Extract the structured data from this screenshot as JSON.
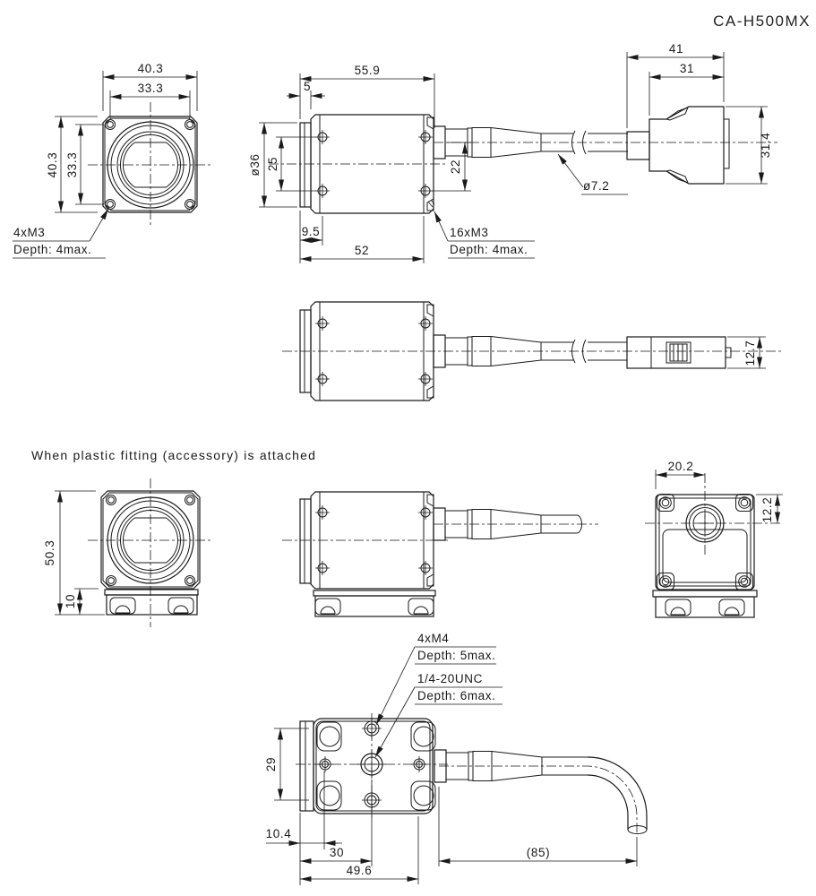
{
  "title": "CA-H500MX",
  "note": "When plastic fitting (accessory) is attached",
  "colors": {
    "line": "#1a1a1a",
    "background": "#ffffff"
  },
  "front_view": {
    "dim_width_outer": "40.3",
    "dim_width_inner": "33.3",
    "dim_height_outer": "40.3",
    "dim_height_inner": "33.3",
    "thread_label": "4xM3",
    "thread_depth": "Depth: 4max."
  },
  "side_view": {
    "dim_overall_length": "55.9",
    "dim_lens_protrusion": "5",
    "dim_lens_diameter": "ø36",
    "dim_hole_pitch": "25",
    "dim_rear_hole_offset": "22",
    "dim_front_hole_offset": "9.5",
    "dim_body_length": "52",
    "thread_label": "16xM3",
    "thread_depth": "Depth: 4max."
  },
  "connector_view": {
    "dim_connector_length": "41",
    "dim_grip_length": "31",
    "dim_connector_height": "31.4",
    "dim_cable_diameter": "ø7.2"
  },
  "top_view": {
    "dim_connector_thickness": "12.7"
  },
  "fitting_front_view": {
    "dim_total_height": "50.3",
    "dim_fitting_height": "10"
  },
  "fitting_rear_view": {
    "dim_connector_offset_x": "20.2",
    "dim_connector_offset_y": "12.2"
  },
  "bottom_view": {
    "m4_label": "4xM4",
    "m4_depth": "Depth: 5max.",
    "unc_label": "1/4-20UNC",
    "unc_depth": "Depth: 6max.",
    "dim_hole_pitch": "29",
    "dim_edge_to_hole": "10.4",
    "dim_edge_to_center": "30",
    "dim_body_length": "49.6",
    "dim_cable_length": "(85)"
  }
}
